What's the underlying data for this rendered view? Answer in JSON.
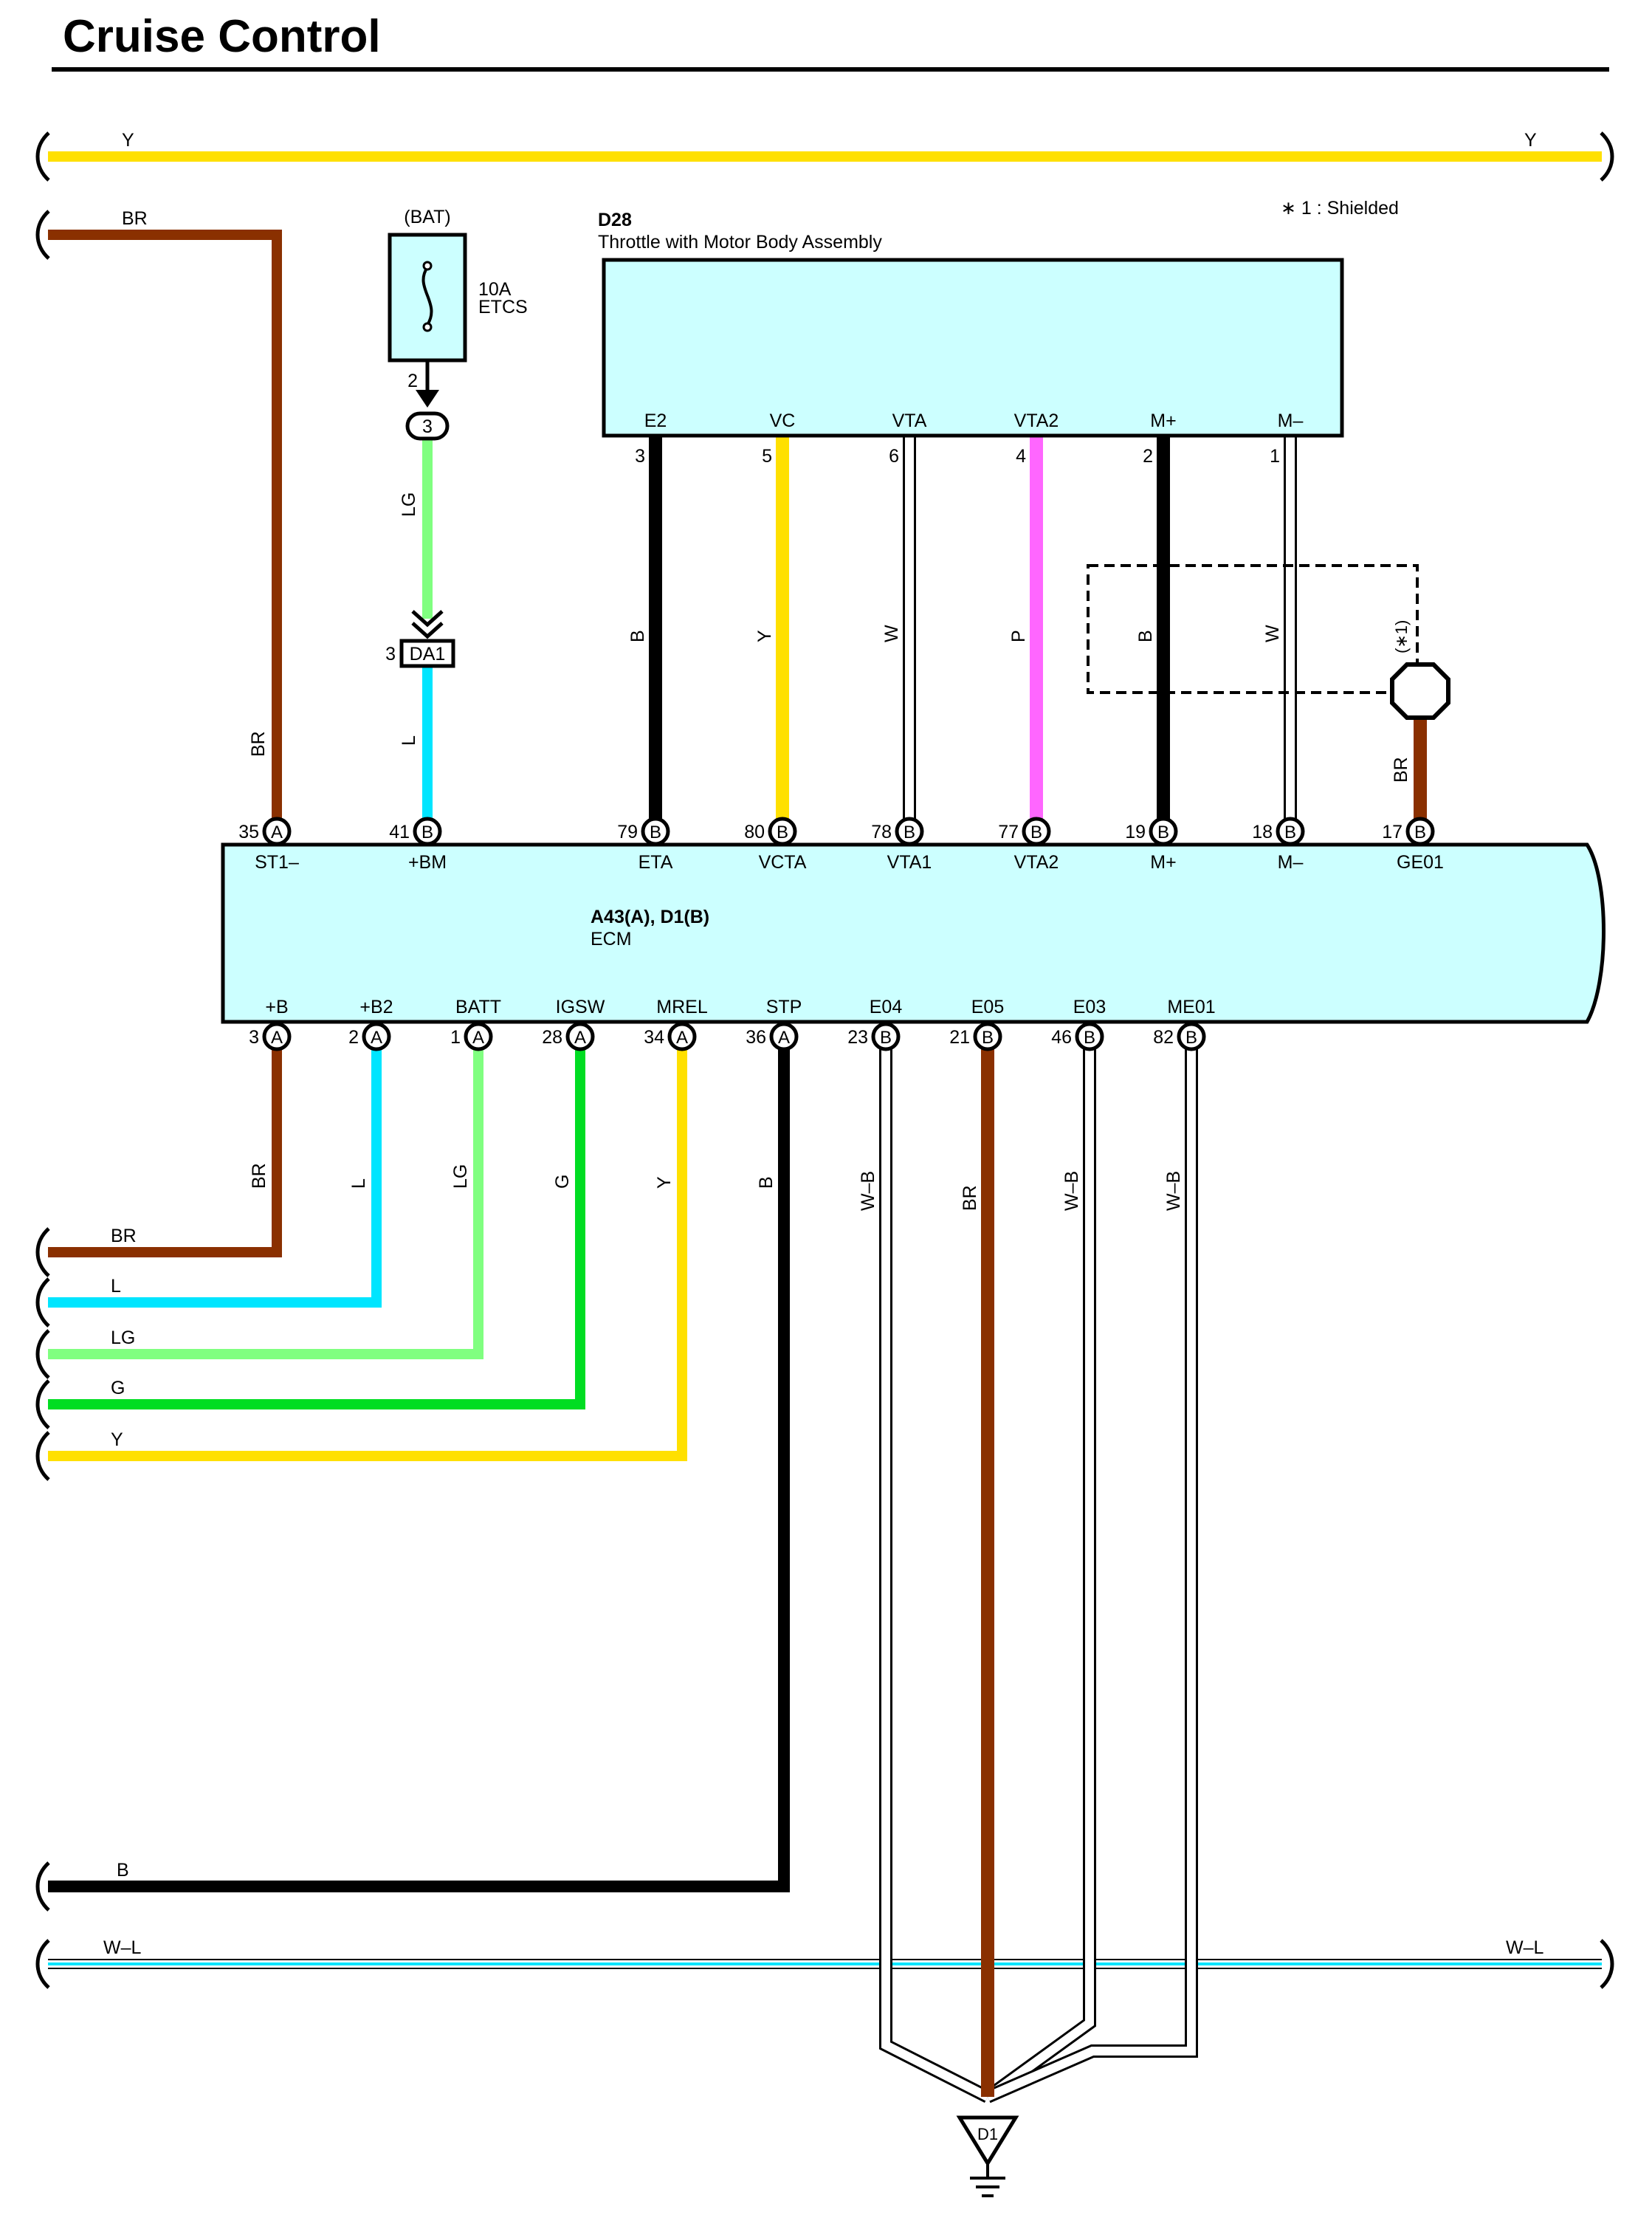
{
  "title": "Cruise Control",
  "note": "∗ 1 : Shielded",
  "colors": {
    "Y": "#ffe000",
    "BR": "#8a3000",
    "L": "#00e5ff",
    "LG": "#80ff80",
    "G": "#00dd22",
    "B": "#000000",
    "P": "#ff66ff",
    "W": "#ffffff",
    "box_fill": "#ccffff",
    "shield_inner": "#00e5ff"
  },
  "wires": {
    "top_y": "Y",
    "top_br": "BR",
    "bottom": [
      {
        "label": "BR",
        "color": "BR"
      },
      {
        "label": "L",
        "color": "L"
      },
      {
        "label": "LG",
        "color": "LG"
      },
      {
        "label": "G",
        "color": "G"
      },
      {
        "label": "Y",
        "color": "Y"
      }
    ],
    "bottom_b": "B",
    "bottom_wl": "W–L"
  },
  "fuse": {
    "source": "(BAT)",
    "rating": "10A",
    "name": "ETCS",
    "pin": "2",
    "junction": "3",
    "wire_label": "LG"
  },
  "connector_da1": {
    "name": "DA1",
    "pin": "3",
    "wire_label": "L"
  },
  "throttle": {
    "code": "D28",
    "name": "Throttle with Motor Body Assembly",
    "terminals": [
      {
        "name": "E2",
        "pin": "3",
        "wire": "B",
        "ecm_pin": "79",
        "ecm_conn": "B",
        "ecm_name": "ETA"
      },
      {
        "name": "VC",
        "pin": "5",
        "wire": "Y",
        "ecm_pin": "80",
        "ecm_conn": "B",
        "ecm_name": "VCTA"
      },
      {
        "name": "VTA",
        "pin": "6",
        "wire": "W",
        "ecm_pin": "78",
        "ecm_conn": "B",
        "ecm_name": "VTA1"
      },
      {
        "name": "VTA2",
        "pin": "4",
        "wire": "P",
        "ecm_pin": "77",
        "ecm_conn": "B",
        "ecm_name": "VTA2"
      },
      {
        "name": "M+",
        "pin": "2",
        "wire": "B",
        "ecm_pin": "19",
        "ecm_conn": "B",
        "ecm_name": "M+"
      },
      {
        "name": "M–",
        "pin": "1",
        "wire": "W",
        "ecm_pin": "18",
        "ecm_conn": "B",
        "ecm_name": "M–"
      }
    ]
  },
  "ecm": {
    "code": "A43(A), D1(B)",
    "name": "ECM",
    "top_other": [
      {
        "pin": "35",
        "conn": "A",
        "name": "ST1–",
        "wire": "BR"
      },
      {
        "pin": "41",
        "conn": "B",
        "name": "+BM"
      },
      {
        "pin": "17",
        "conn": "B",
        "name": "GE01",
        "wire": "BR"
      }
    ],
    "bottom": [
      {
        "pin": "3",
        "conn": "A",
        "name": "+B",
        "wire": "BR"
      },
      {
        "pin": "2",
        "conn": "A",
        "name": "+B2",
        "wire": "L"
      },
      {
        "pin": "1",
        "conn": "A",
        "name": "BATT",
        "wire": "LG"
      },
      {
        "pin": "28",
        "conn": "A",
        "name": "IGSW",
        "wire": "G"
      },
      {
        "pin": "34",
        "conn": "A",
        "name": "MREL",
        "wire": "Y"
      },
      {
        "pin": "36",
        "conn": "A",
        "name": "STP",
        "wire": "B"
      },
      {
        "pin": "23",
        "conn": "B",
        "name": "E04",
        "wire": "W–B"
      },
      {
        "pin": "21",
        "conn": "B",
        "name": "E05",
        "wire": "BR"
      },
      {
        "pin": "46",
        "conn": "B",
        "name": "E03",
        "wire": "W–B"
      },
      {
        "pin": "82",
        "conn": "B",
        "name": "ME01",
        "wire": "W–B"
      }
    ]
  },
  "shield_label": "(∗1)",
  "ground": "D1"
}
